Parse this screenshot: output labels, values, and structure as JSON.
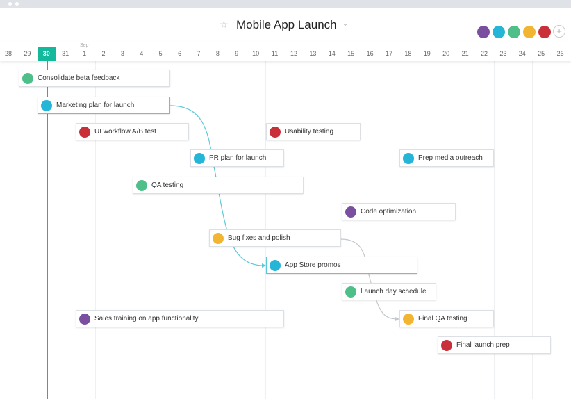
{
  "project": {
    "title": "Mobile App Launch"
  },
  "members": [
    {
      "color": "#7a4fa0"
    },
    {
      "color": "#25b5d6"
    },
    {
      "color": "#4fbf8a"
    },
    {
      "color": "#f2b531"
    },
    {
      "color": "#c9303a"
    }
  ],
  "timeline": {
    "month": "Sep",
    "today": "30",
    "days": [
      "28",
      "29",
      "30",
      "31",
      "1",
      "2",
      "3",
      "4",
      "5",
      "6",
      "7",
      "8",
      "9",
      "10",
      "11",
      "12",
      "13",
      "14",
      "15",
      "16",
      "17",
      "18",
      "19",
      "20",
      "21",
      "22",
      "23",
      "24",
      "25",
      "26"
    ]
  },
  "tasks": [
    {
      "label": "Consolidate beta feedback",
      "color": "#4fbf8a"
    },
    {
      "label": "Marketing plan for launch",
      "color": "#25b5d6"
    },
    {
      "label": "UI workflow A/B test",
      "color": "#c9303a"
    },
    {
      "label": "Usability testing",
      "color": "#c9303a"
    },
    {
      "label": "PR plan for launch",
      "color": "#25b5d6"
    },
    {
      "label": "Prep media outreach",
      "color": "#25b5d6"
    },
    {
      "label": "QA testing",
      "color": "#4fbf8a"
    },
    {
      "label": "Code optimization",
      "color": "#7a4fa0"
    },
    {
      "label": "Bug fixes and polish",
      "color": "#f2b531"
    },
    {
      "label": "App Store promos",
      "color": "#25b5d6"
    },
    {
      "label": "Launch day schedule",
      "color": "#4fbf8a"
    },
    {
      "label": "Sales training on app functionality",
      "color": "#7a4fa0"
    },
    {
      "label": "Final QA testing",
      "color": "#f2b531"
    },
    {
      "label": "Final launch prep",
      "color": "#c9303a"
    }
  ]
}
